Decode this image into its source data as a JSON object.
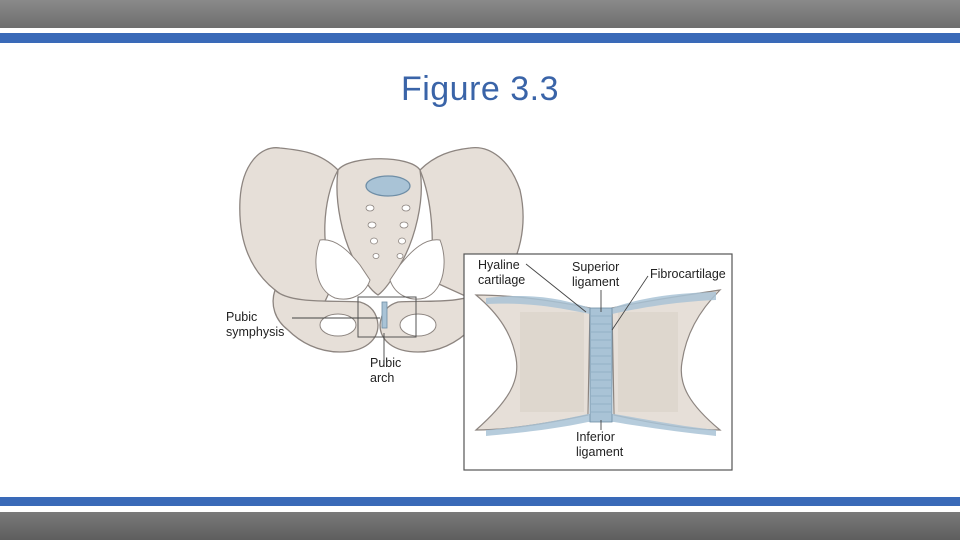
{
  "slide": {
    "title": "Figure 3.3"
  },
  "figure": {
    "labels": {
      "pubic_symphysis": "Pubic\nsymphysis",
      "pubic_arch": "Pubic\narch",
      "hyaline_cartilage": "Hyaline\ncartilage",
      "superior_ligament": "Superior\nligament",
      "fibrocartilage": "Fibrocartilage",
      "inferior_ligament": "Inferior\nligament"
    }
  },
  "colors": {
    "accent_blue": "#3a6ab8",
    "title_blue": "#3a64a8",
    "bone": "#e6dfd8",
    "bone_outline": "#8d8580",
    "cartilage_blue": "#a9c3d6"
  }
}
